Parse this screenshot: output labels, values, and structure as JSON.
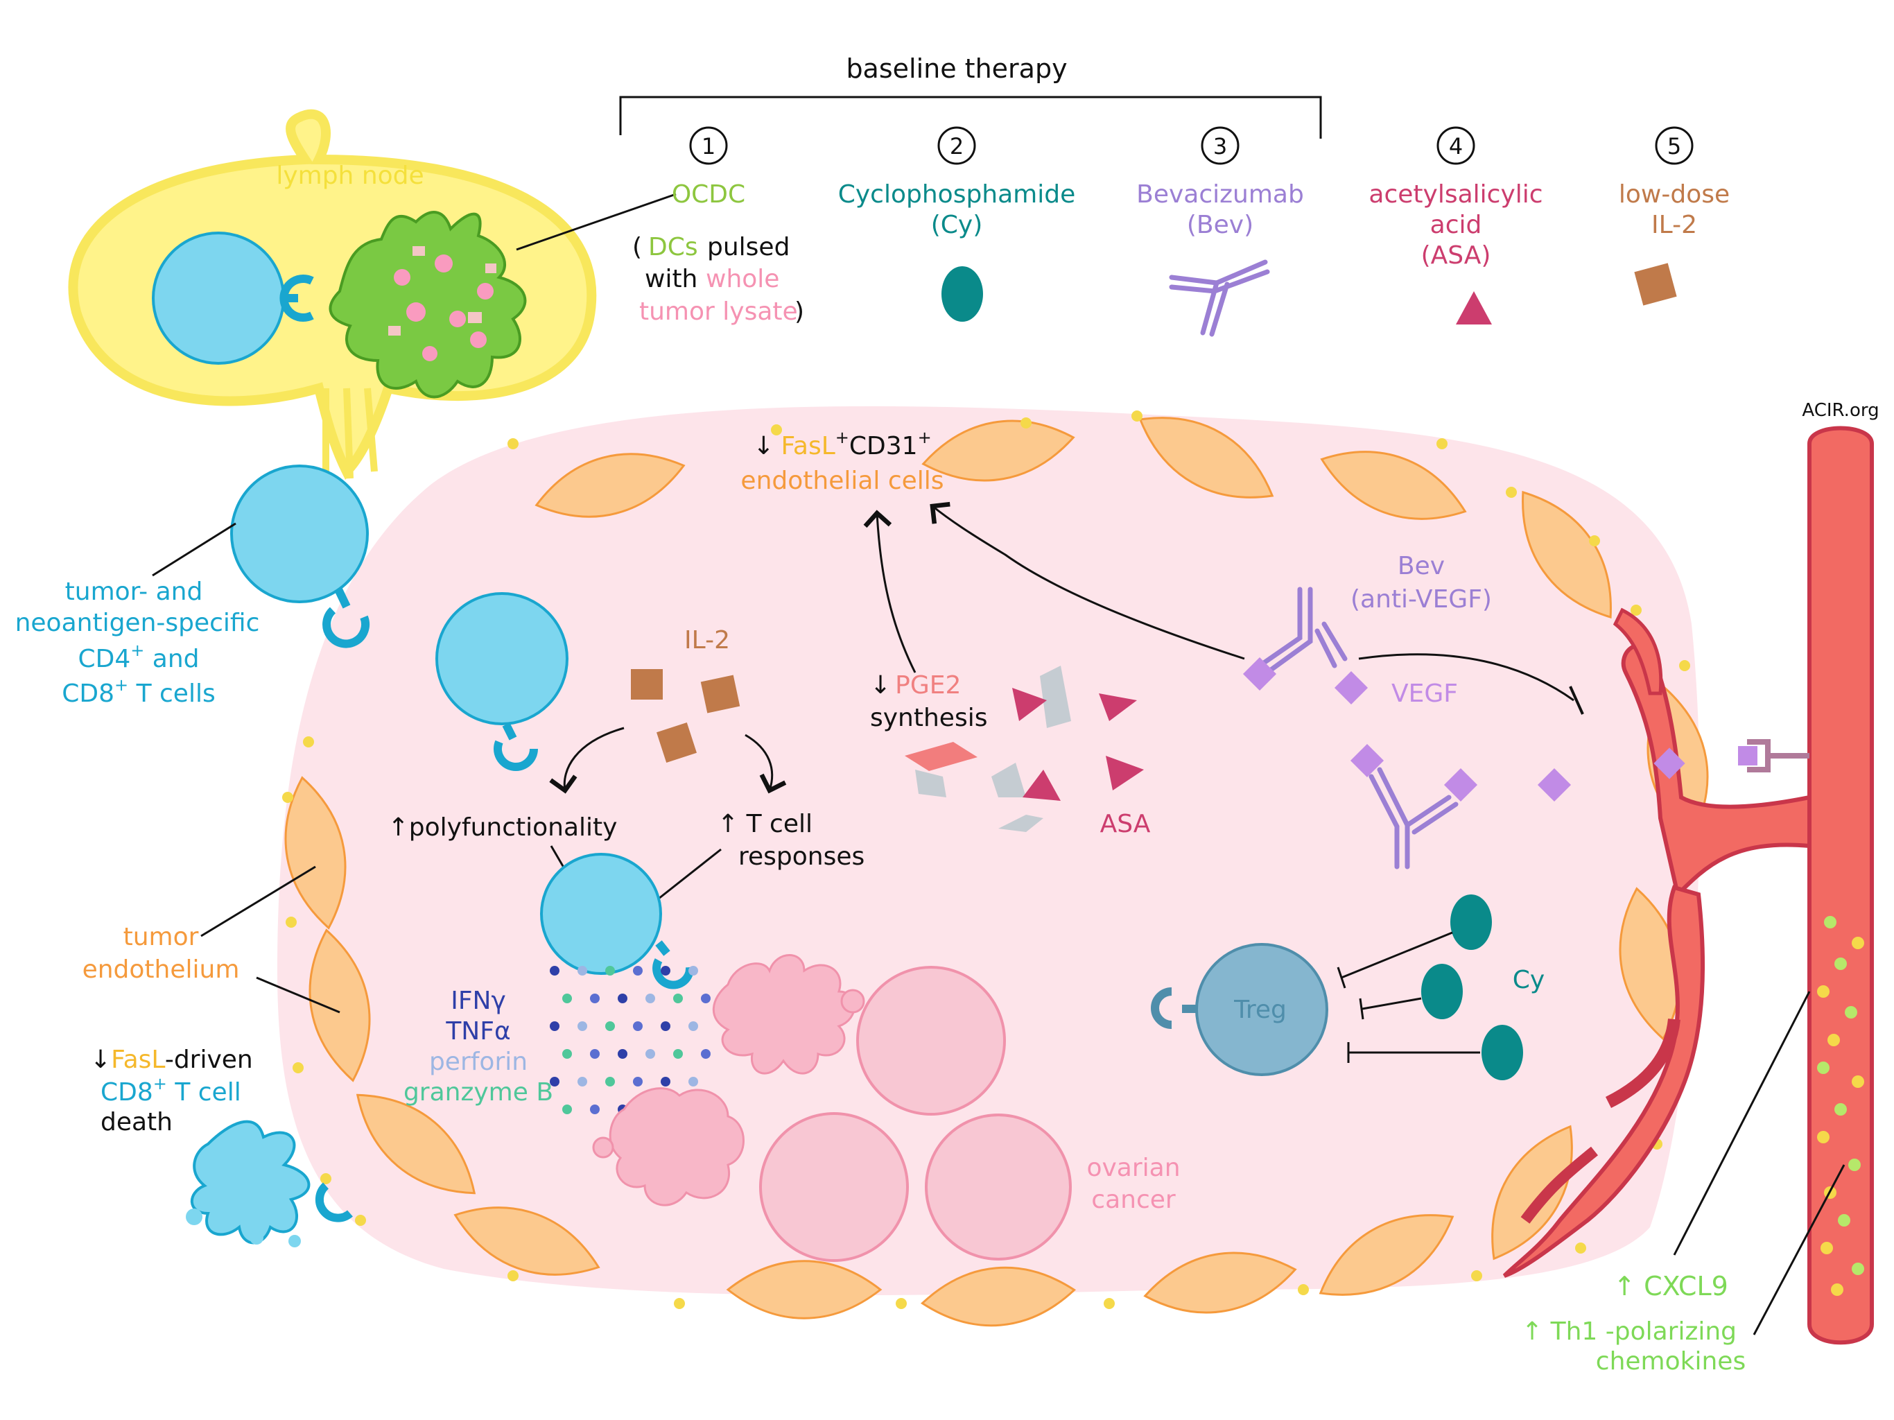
{
  "header": {
    "baseline_therapy": "baseline therapy",
    "watermark": "ACIR.org"
  },
  "therapies": [
    {
      "number": "1",
      "name_lines": [
        "OCDC"
      ],
      "color": "#8dc63f"
    },
    {
      "number": "2",
      "name_lines": [
        "Cyclophosphamide",
        "(Cy)"
      ],
      "color": "#0a8a8a"
    },
    {
      "number": "3",
      "name_lines": [
        "Bevacizumab",
        "(Bev)"
      ],
      "color": "#9b7fd4"
    },
    {
      "number": "4",
      "name_lines": [
        "acetylsalicylic",
        "acid",
        "(ASA)"
      ],
      "color": "#cc3d6e"
    },
    {
      "number": "5",
      "name_lines": [
        "low-dose",
        "IL-2"
      ],
      "color": "#c07a4a"
    }
  ],
  "ocdc_desc": {
    "open_paren": "(",
    "dcs": "DCs",
    "pulsed": " pulsed",
    "with": "with",
    "whole": " whole",
    "tumor_lysate": "tumor lysate",
    "close_paren": ")"
  },
  "lymph_node_label": "lymph node",
  "tcell_label": [
    "tumor- and",
    "neoantigen-specific",
    "CD4",
    "+",
    " and",
    "CD8",
    "+",
    " T cells"
  ],
  "tumor_endothelium_label": [
    "tumor",
    "endothelium"
  ],
  "fasl_death": {
    "arrow": "↓",
    "fasl": "FasL",
    "driven": "-driven",
    "cd8": "CD8",
    "plus": "+",
    "tcell": " T cell",
    "death": "death"
  },
  "endothelial": {
    "arrow": "↓",
    "fasl": "FasL",
    "plus1": "+",
    "cd31": "CD31",
    "plus2": "+",
    "cells": "endothelial cells"
  },
  "il2_label": "IL-2",
  "polyfunctionality": "↑polyfunctionality",
  "tcell_responses": [
    "↑ T cell",
    "responses"
  ],
  "cytokines": [
    {
      "name": "IFNγ",
      "color": "#2e3fa8"
    },
    {
      "name": "TNFα",
      "color": "#2e3fa8"
    },
    {
      "name": "perforin",
      "color": "#9db6e3"
    },
    {
      "name": "granzyme B",
      "color": "#4fc79a"
    }
  ],
  "pge2": {
    "arrow": "↓",
    "name": "PGE2",
    "synthesis": "synthesis"
  },
  "asa_label": "ASA",
  "bev_label": [
    "Bev",
    "(anti-VEGF)"
  ],
  "vegf_label": "VEGF",
  "treg_label": "Treg",
  "cy_label": "Cy",
  "ovarian_label": [
    "ovarian",
    "cancer"
  ],
  "cxcl9": "↑ CXCL9",
  "th1": [
    "↑ Th1 -polarizing",
    "chemokines"
  ],
  "colors": {
    "tcell": "#7dd6ef",
    "tcell_stroke": "#19a6cf",
    "tumor_bg": "#fde4ea",
    "lymph": "#fff38a",
    "endothelial": "#fcc98e",
    "endothelial_stroke": "#f59a3c",
    "vessel": "#f26a63",
    "vessel_stroke": "#c9364a"
  }
}
